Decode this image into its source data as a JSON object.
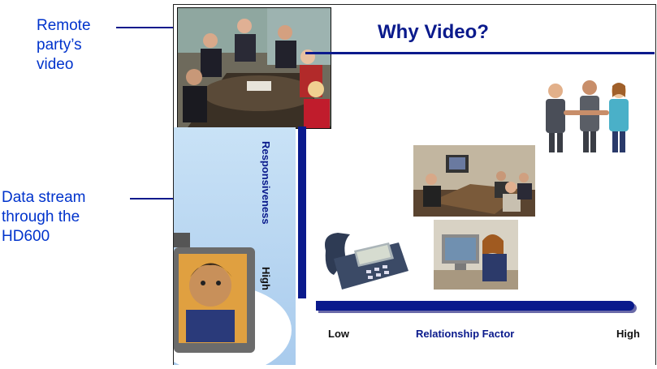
{
  "callouts": {
    "remote": [
      "Remote",
      "party’s",
      "video"
    ],
    "stream": [
      "Data stream",
      "through the",
      "HD600"
    ]
  },
  "slide": {
    "title": "Why Video?",
    "y_axis": {
      "label": "Responsiveness",
      "high": "High"
    },
    "x_axis": {
      "label": "Relationship Factor",
      "low": "Low",
      "high": "High"
    }
  },
  "colors": {
    "accent": "#0a1a8c",
    "callout_text": "#0033cc",
    "stream_bg": "#b8d6f2"
  },
  "images": {
    "remote_video": "meeting-photo",
    "handshake": "handshake-illustration",
    "conference_room": "video-conference-photo",
    "ip_phone": "ip-phone-photo",
    "desktop_video": "desktop-video-call-photo",
    "monitor": "monitor-face-illustration"
  }
}
